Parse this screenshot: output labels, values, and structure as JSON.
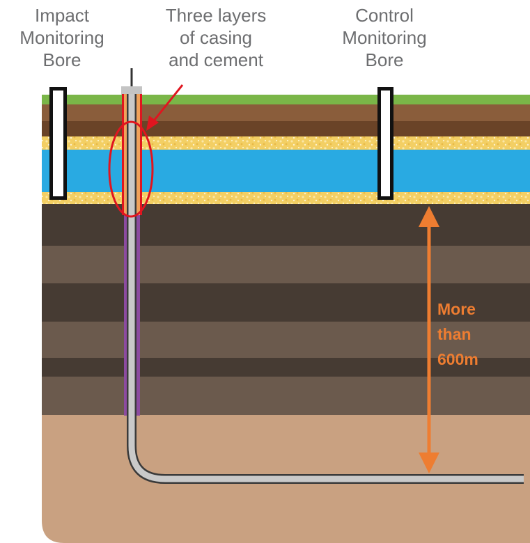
{
  "labels": {
    "impact_bore": "Impact\nMonitoring\nBore",
    "casing": "Three layers\nof casing\nand cement",
    "control_bore": "Control\nMonitoring\nBore",
    "depth": "More\nthan\n600m"
  },
  "icons": {
    "ground_layers": "stratified-soil",
    "well": "horizontal-gas-well",
    "callout": "red-ellipse-with-arrow",
    "depth_marker": "double-headed-arrow"
  },
  "colors": {
    "label_text": "#6d6e70",
    "depth_accent": "#ee7d31",
    "callout_red": "#e0151f",
    "grass": "#7ab648",
    "topsoil": "#7a5232",
    "sand": "#f2d06b",
    "aquifer": "#29aae2",
    "rock_dark": "#463b33",
    "rock_light": "#6b5a4d",
    "base": "#c9a181",
    "casing_outer": "#8c4ba0",
    "casing_cement": "#f0a25a"
  }
}
